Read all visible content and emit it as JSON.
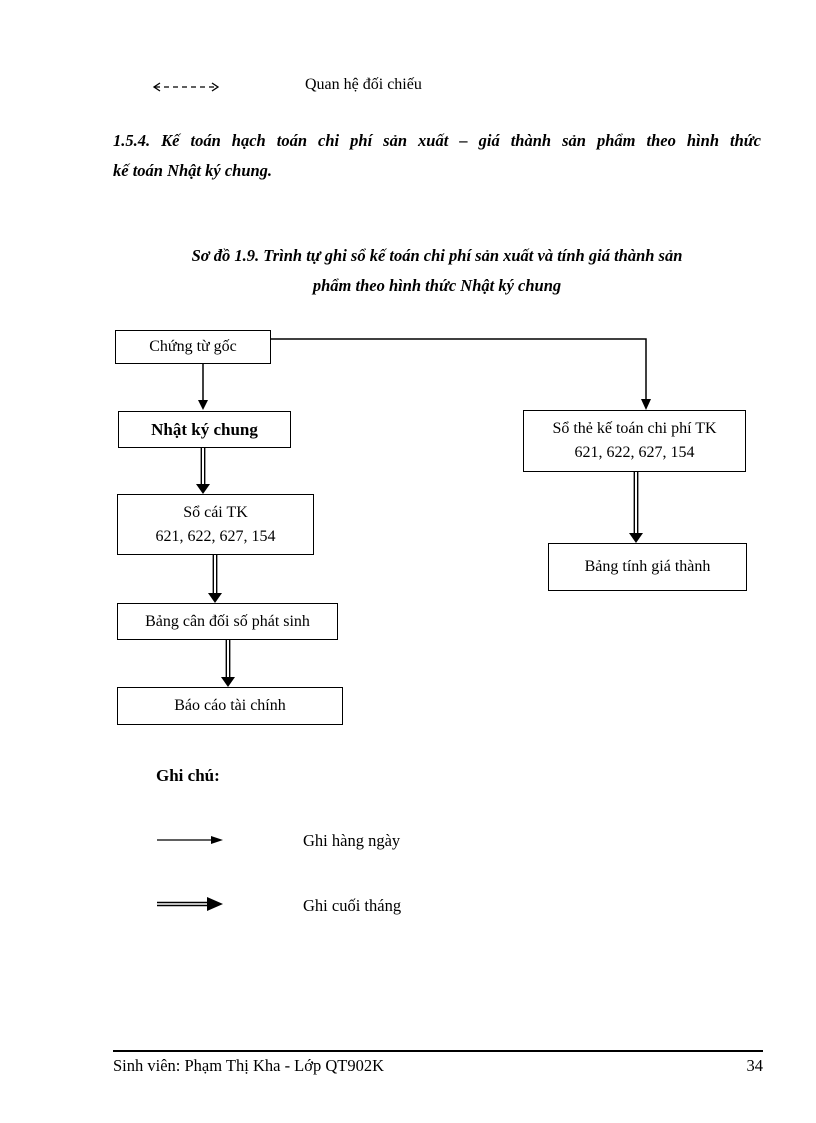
{
  "legend_top": {
    "arrow": "dashed-double-arrow",
    "label": "Quan hệ đối chiếu"
  },
  "heading": {
    "lines": [
      "1.5.4. Kế toán hạch toán chi phí sản xuất – giá thành sản phẩm theo hình thức",
      "kế toán Nhật ký chung."
    ]
  },
  "diagram_title": {
    "lines": [
      "Sơ đồ 1.9. Trình tự ghi sổ kế toán chi phí sản xuất và tính giá thành sản",
      "phẩm theo hình thức Nhật ký chung"
    ]
  },
  "flowchart": {
    "boxes": [
      {
        "id": "chung-tu-goc",
        "label": "Chứng từ gốc"
      },
      {
        "id": "nhat-ky-chung",
        "label": "Nhật ký chung",
        "bold": true
      },
      {
        "id": "so-cai-tk",
        "label": "Sổ cái TK\n621, 622, 627, 154"
      },
      {
        "id": "bang-can-doi",
        "label": "Bảng cân đối số phát sinh"
      },
      {
        "id": "bao-cao-tai-chinh",
        "label": "Báo cáo tài chính"
      },
      {
        "id": "so-the-ke-toan",
        "label": "Sổ thẻ kế toán chi phí TK\n621, 622, 627, 154"
      },
      {
        "id": "bang-tinh-gia-thanh",
        "label": "Bảng tính giá thành"
      }
    ],
    "connections": [
      {
        "from": "chung-tu-goc",
        "to": "nhat-ky-chung",
        "type": "ghi-hang-ngay"
      },
      {
        "from": "chung-tu-goc",
        "to": "so-the-ke-toan",
        "type": "ghi-hang-ngay"
      },
      {
        "from": "nhat-ky-chung",
        "to": "so-cai-tk",
        "type": "ghi-cuoi-thang"
      },
      {
        "from": "so-cai-tk",
        "to": "bang-can-doi",
        "type": "ghi-cuoi-thang"
      },
      {
        "from": "bang-can-doi",
        "to": "bao-cao-tai-chinh",
        "type": "ghi-cuoi-thang"
      },
      {
        "from": "so-the-ke-toan",
        "to": "bang-tinh-gia-thanh",
        "type": "ghi-cuoi-thang"
      }
    ],
    "line_color": "#000000"
  },
  "legend": {
    "title": "Ghi chú:",
    "items": [
      {
        "arrow": "single-line-arrow",
        "label": "Ghi hàng ngày"
      },
      {
        "arrow": "double-line-arrow",
        "label": "Ghi cuối tháng"
      }
    ]
  },
  "footer": {
    "left": "Sinh viên: Phạm Thị Kha - Lớp QT902K",
    "page_number": "34"
  }
}
